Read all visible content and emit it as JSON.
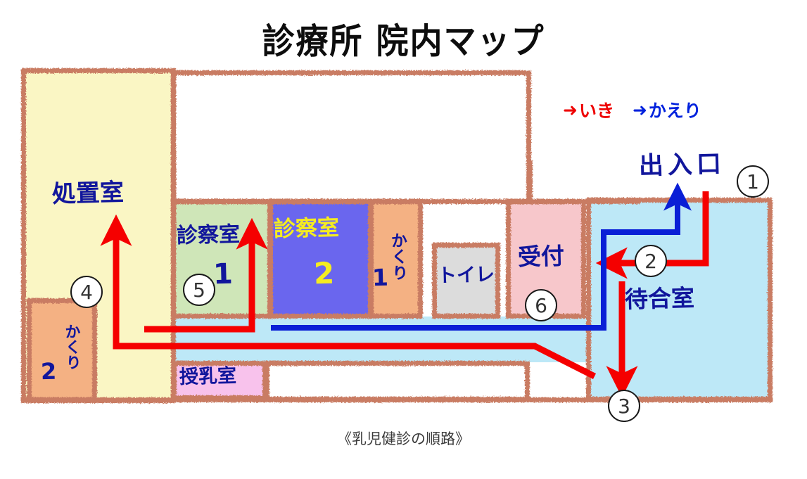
{
  "title": "診療所 院内マップ",
  "caption": "《乳児健診の順路》",
  "legend": {
    "go": {
      "arrow": "➜",
      "label": "いき",
      "color": "#ee0000"
    },
    "back": {
      "arrow": "➜",
      "label": "かえり",
      "color": "#0022dd"
    }
  },
  "entrance": {
    "label": "出入口",
    "number": "①"
  },
  "rooms": [
    {
      "key": "treatment",
      "label": "処置室",
      "bg": "#faf6c4",
      "text": "#11169c"
    },
    {
      "key": "exam1",
      "label": "診察室",
      "sub": "1",
      "bg": "#cfe6b8",
      "text": "#11169c",
      "sub_color": "#11169c"
    },
    {
      "key": "exam2",
      "label": "診察室",
      "sub": "2",
      "bg": "#6a66ee",
      "text": "#f5ec20",
      "sub_color": "#f5ec20"
    },
    {
      "key": "isolation1",
      "label": "かくり",
      "sub": "1",
      "bg": "#f4b183",
      "text": "#11169c",
      "sub_color": "#11169c"
    },
    {
      "key": "toilet",
      "label": "トイレ",
      "bg": "#dcdcdc",
      "text": "#11169c"
    },
    {
      "key": "reception",
      "label": "受付",
      "bg": "#f7c7cb",
      "text": "#11169c"
    },
    {
      "key": "waiting",
      "label": "待合室",
      "bg": "#bde8f7",
      "text": "#11169c"
    },
    {
      "key": "isolation2",
      "label": "かくり",
      "sub": "2",
      "bg": "#f4b183",
      "text": "#11169c",
      "sub_color": "#11169c"
    },
    {
      "key": "nursing",
      "label": "授乳室",
      "bg": "#f8c2ec",
      "text": "#11169c"
    }
  ],
  "route_numbers": [
    {
      "id": "1",
      "glyph": "①"
    },
    {
      "id": "2",
      "glyph": "②"
    },
    {
      "id": "3",
      "glyph": "③"
    },
    {
      "id": "4",
      "glyph": "④"
    },
    {
      "id": "5",
      "glyph": "⑤"
    },
    {
      "id": "6",
      "glyph": "⑥"
    }
  ],
  "colors": {
    "go_route": "#f50000",
    "back_route": "#0a1fd6",
    "wall": "#c97b63",
    "corridor": "#bde8f7"
  }
}
